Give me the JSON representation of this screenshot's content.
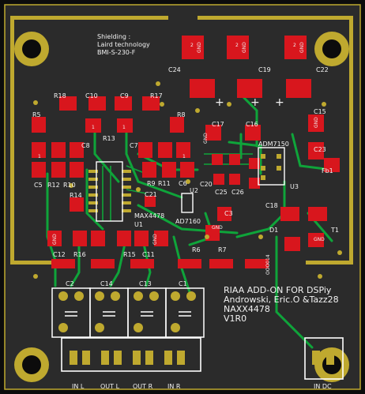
{
  "board": {
    "colors": {
      "background": "#0c0c0c",
      "copper_pour": "#2b2b2b",
      "board_edge": "#bfa92f",
      "pad": "#d8161d",
      "trace": "#0fa43a",
      "silkscreen": "#f2f2f2"
    },
    "shielding_note": [
      "Shielding :",
      "Laird technology",
      "BMI-S-230-F"
    ],
    "title_block": [
      "RIAA ADD-ON FOR DSPiy",
      "Androwski, Eric.O &Tazz28",
      "NAXX4478",
      "V1R0"
    ],
    "footprint_label": "OOO014",
    "component_labels": {
      "r18": "R18",
      "c10": "C10",
      "c9": "C9",
      "r17": "R17",
      "r5": "R5",
      "r8": "R8",
      "c8": "C8",
      "r13": "R13",
      "c7": "C7",
      "c5": "C5",
      "r12": "R12",
      "r10": "R10",
      "r14": "R14",
      "r9": "R9",
      "r11": "R11",
      "c6": "C6",
      "c21": "C21",
      "max4478": "MAX4478",
      "u1": "U1",
      "c12": "C12",
      "r16": "R16",
      "r15": "R15",
      "c11": "C11",
      "r6": "R6",
      "r7": "R7",
      "c24": "C24",
      "c19": "C19",
      "c22": "C22",
      "c15": "C15",
      "c17": "C17",
      "c16": "C16",
      "adm7150_right": "ADM7150",
      "c23": "C23",
      "fb1": "Fb1",
      "u3": "U3",
      "c20": "C20",
      "u2": "U2",
      "c25": "C25",
      "c26": "C26",
      "ad7160": "AD7160",
      "c3": "C3",
      "c18": "C18",
      "d1": "D1",
      "t1": "T1",
      "c2": "C2",
      "c14": "C14",
      "c13": "C13",
      "c1": "C1"
    },
    "pad_markings": {
      "gnd": "GND",
      "one": "1",
      "two": "2",
      "plus": "+"
    },
    "connectors": {
      "in_l": "IN L",
      "out_l": "OUT L",
      "out_r": "OUT R",
      "in_r": "IN R",
      "in_dc": "IN DC"
    }
  }
}
